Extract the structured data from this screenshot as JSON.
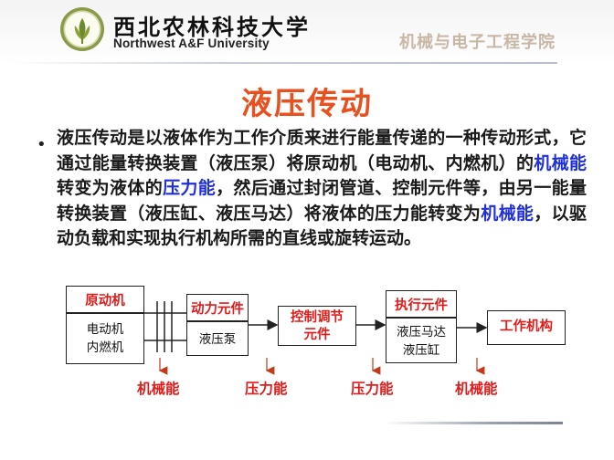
{
  "header": {
    "university_cn": "西北农林科技大学",
    "university_en": "Northwest A&F University",
    "college": "机械与电子工程学院"
  },
  "slide": {
    "title": "液压传动",
    "bullet": "•",
    "paragraph": {
      "p1": "液压传动是以液体作为工作介质来进行能量传递的一种传动形式，它通过能量转换装置（液压泵）将原动机（电动机、内燃机）的",
      "h1": "机械能",
      "p2": "转变为液体的",
      "h2": "压力能",
      "p3": "，然后通过封闭管道、控制元件等，由另一能量转换装置（液压缸、液压马达）将液体的压力能转变为",
      "h3": "机械能",
      "p4": "，以驱动负载和实现执行机构所需的直线或旋转运动。"
    }
  },
  "diagram": {
    "prime_mover": {
      "title": "原动机",
      "line1": "电动机",
      "line2": "内燃机"
    },
    "power_element": {
      "title": "动力元件",
      "line1": "液压泵"
    },
    "control_element": {
      "line1": "控制调节",
      "line2": "元件"
    },
    "actuator": {
      "title": "执行元件",
      "line1": "液压马达",
      "line2": "液压缸"
    },
    "work_mechanism": {
      "line1": "工作机构"
    },
    "energy_labels": [
      "机械能",
      "压力能",
      "压力能",
      "机械能"
    ]
  },
  "colors": {
    "title": "#e8501e",
    "highlight": "#1f2fd9",
    "diagram_red": "#e11b1b",
    "college": "#c9b7a6"
  }
}
